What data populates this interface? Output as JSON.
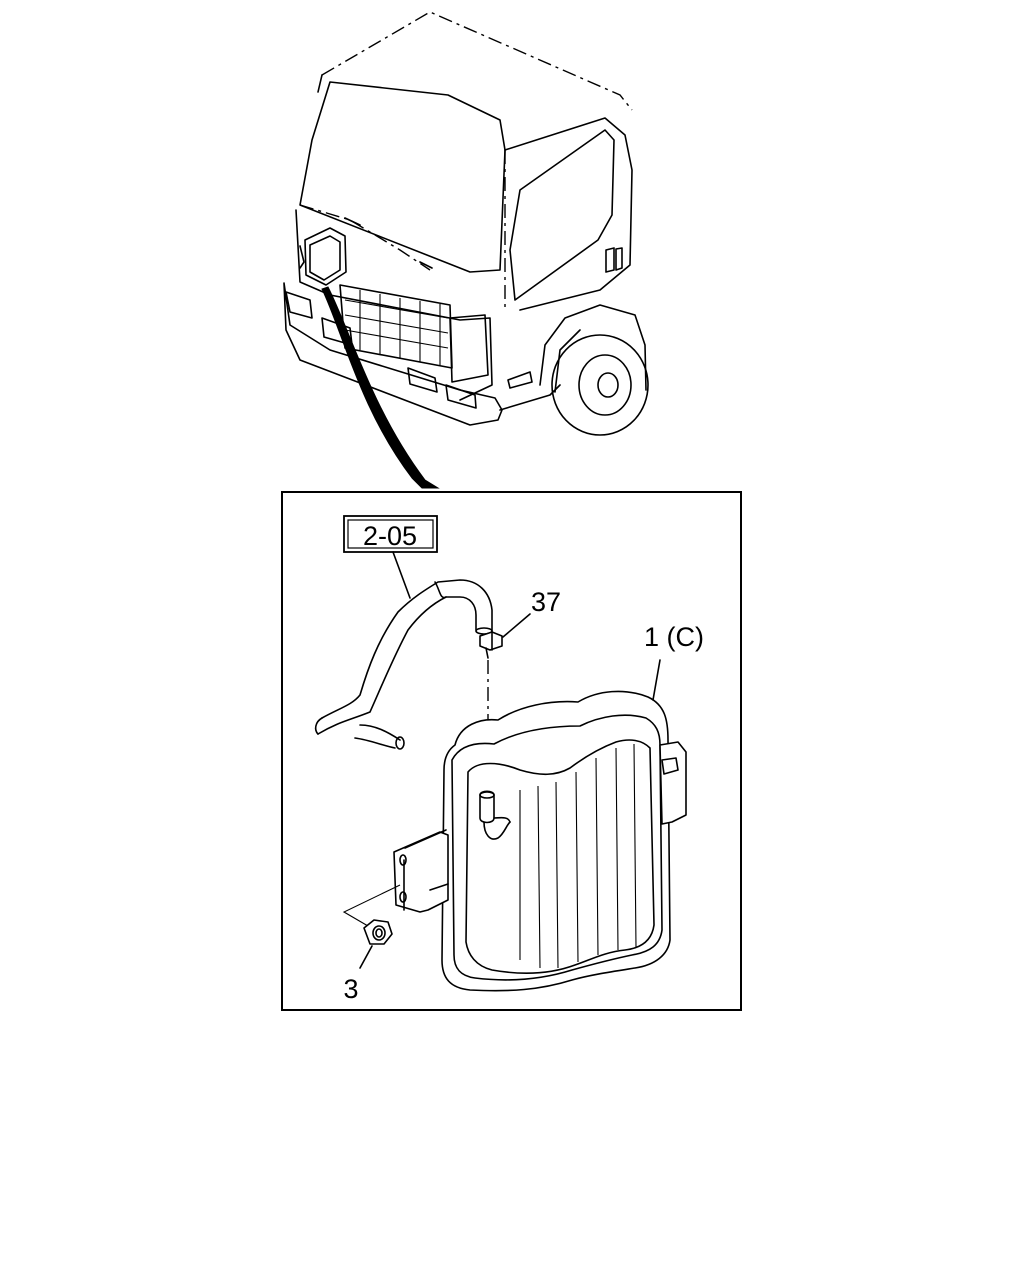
{
  "diagram": {
    "section_ref": "2-05",
    "callouts": [
      {
        "id": "hose-clip",
        "label": "37"
      },
      {
        "id": "reservoir-tank",
        "label": "1 (C)"
      },
      {
        "id": "flange-nut",
        "label": "3"
      }
    ]
  }
}
